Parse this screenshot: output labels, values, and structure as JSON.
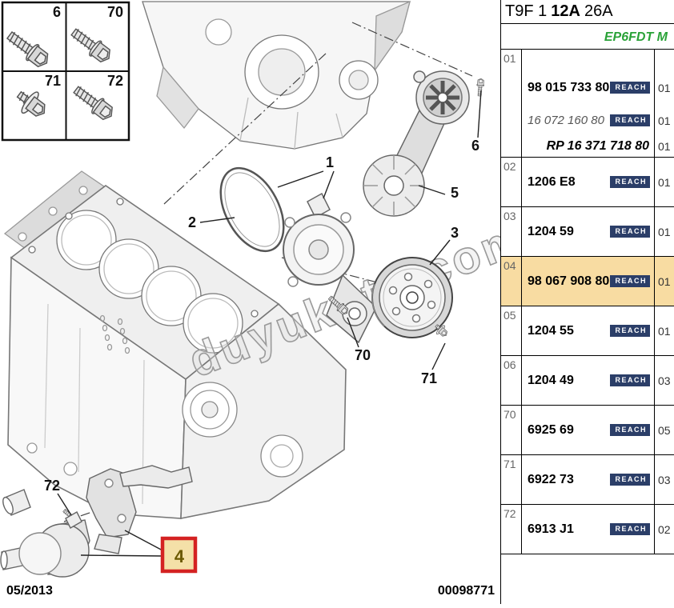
{
  "header": {
    "code_part1": "T9F 1",
    "code_part2": "12A",
    "code_part3": "26A",
    "engine_code": "EP6FDT M"
  },
  "parts_table": {
    "reach_label": "REACH",
    "rows": [
      {
        "ref": "01",
        "highlight": false,
        "lines": [
          {
            "number": "98 015 733 80",
            "style": "bold",
            "reach": true,
            "qty": "01"
          },
          {
            "number": "16 072 160 80",
            "style": "italic",
            "reach": true,
            "qty": "01"
          },
          {
            "number": "RP 16 371 718 80",
            "style": "bold-italic",
            "reach": false,
            "qty": "01"
          }
        ]
      },
      {
        "ref": "02",
        "highlight": false,
        "lines": [
          {
            "number": "1206 E8",
            "style": "bold",
            "reach": true,
            "qty": "01"
          }
        ]
      },
      {
        "ref": "03",
        "highlight": false,
        "lines": [
          {
            "number": "1204 59",
            "style": "bold",
            "reach": true,
            "qty": "01"
          }
        ]
      },
      {
        "ref": "04",
        "highlight": true,
        "lines": [
          {
            "number": "98 067 908 80",
            "style": "bold",
            "reach": true,
            "qty": "01"
          }
        ]
      },
      {
        "ref": "05",
        "highlight": false,
        "lines": [
          {
            "number": "1204 55",
            "style": "bold",
            "reach": true,
            "qty": "01"
          }
        ]
      },
      {
        "ref": "06",
        "highlight": false,
        "lines": [
          {
            "number": "1204 49",
            "style": "bold",
            "reach": true,
            "qty": "03"
          }
        ]
      },
      {
        "ref": "70",
        "highlight": false,
        "lines": [
          {
            "number": "6925 69",
            "style": "bold",
            "reach": true,
            "qty": "05"
          }
        ]
      },
      {
        "ref": "71",
        "highlight": false,
        "lines": [
          {
            "number": "6922 73",
            "style": "bold",
            "reach": true,
            "qty": "03"
          }
        ]
      },
      {
        "ref": "72",
        "highlight": false,
        "lines": [
          {
            "number": "6913 J1",
            "style": "bold",
            "reach": true,
            "qty": "02"
          }
        ]
      }
    ]
  },
  "diagram": {
    "callouts": {
      "c1": "1",
      "c2": "2",
      "c3": "3",
      "c5": "5",
      "c6": "6",
      "c70": "70",
      "c71": "71",
      "c72": "72"
    },
    "selected_callout": "4",
    "inset": {
      "b6": "6",
      "b70": "70",
      "b71": "71",
      "b72": "72"
    },
    "watermark": "duyukoto.com"
  },
  "footer": {
    "date": "05/2013",
    "doc_number": "00098771"
  },
  "colors": {
    "highlight_row": "#F8DCA2",
    "reach_badge": "#2B3E68",
    "engine_code_green": "#2AA238",
    "selected_box_red": "#D42222"
  }
}
